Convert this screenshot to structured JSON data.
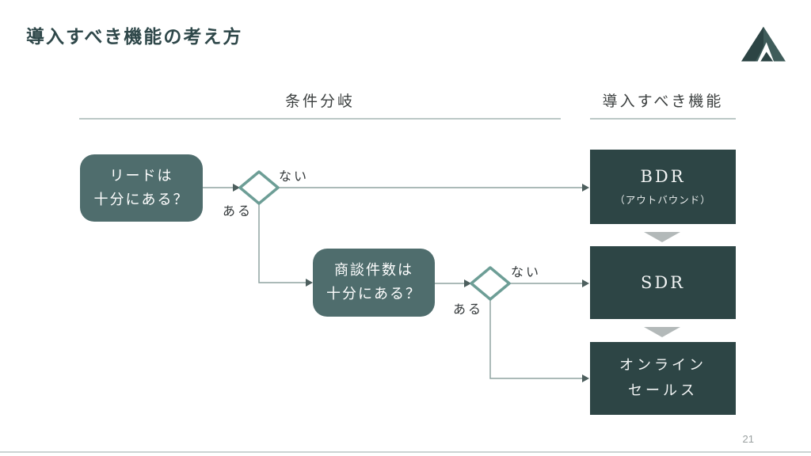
{
  "slide": {
    "title": "導入すべき機能の考え方",
    "page_number": "21"
  },
  "headers": {
    "conditions": "条件分岐",
    "features": "導入すべき機能"
  },
  "flowchart": {
    "question1": {
      "line1": "リードは",
      "line2": "十分にある？"
    },
    "question2": {
      "line1": "商談件数は",
      "line2": "十分にある？"
    },
    "decision1": {
      "no_label": "ない",
      "yes_label": "ある"
    },
    "decision2": {
      "no_label": "ない",
      "yes_label": "ある"
    },
    "results": {
      "bdr": {
        "title": "BDR",
        "subtitle": "（アウトバウンド）"
      },
      "sdr": {
        "title": "SDR"
      },
      "online": {
        "line1": "オンライン",
        "line2": "セールス"
      }
    }
  },
  "icons": {
    "logo": "pyramid-logo-icon",
    "between_boxes": "chevron-down-triangle-icon"
  },
  "colors": {
    "question_box": "#4f6d6d",
    "result_box": "#2d4545",
    "diamond_stroke": "#6d9e96",
    "connector": "#8fa3a1",
    "arrowhead": "#4d5f5e",
    "title_text": "#2e4749",
    "divider": "#bcc8c6",
    "down_triangle": "#b3b9b9",
    "logo_dark": "#2c4444",
    "logo_light": "#3f5c5a"
  }
}
